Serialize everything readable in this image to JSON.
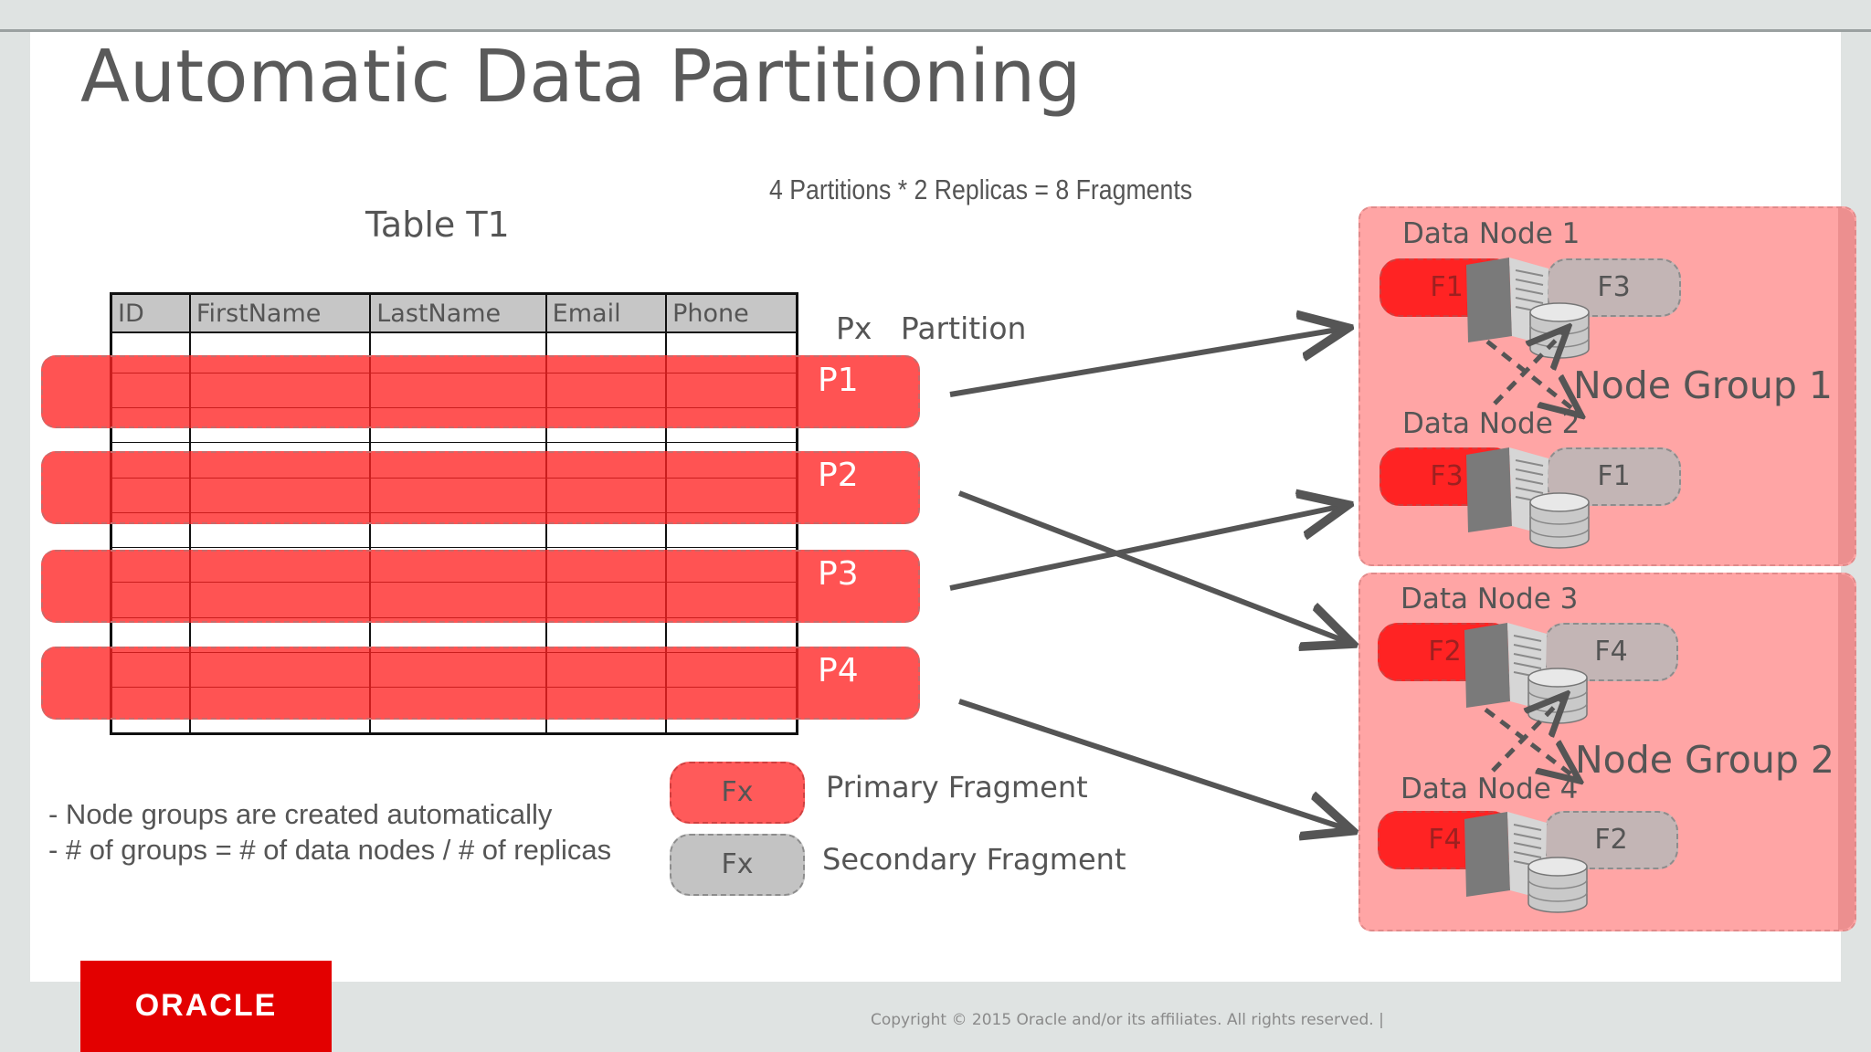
{
  "title": "Automatic Data Partitioning",
  "formula": "4 Partitions * 2 Replicas = 8 Fragments",
  "table": {
    "title": "Table T1",
    "columns": [
      "ID",
      "FirstName",
      "LastName",
      "Email",
      "Phone"
    ]
  },
  "partition_header": {
    "px": "Px",
    "label": "Partition"
  },
  "partitions": [
    "P1",
    "P2",
    "P3",
    "P4"
  ],
  "node_groups": [
    {
      "label": "Node Group 1",
      "nodes": [
        {
          "label": "Data Node 1",
          "primary": "F1",
          "secondary": "F3"
        },
        {
          "label": "Data Node 2",
          "primary": "F3",
          "secondary": "F1"
        }
      ]
    },
    {
      "label": "Node Group 2",
      "nodes": [
        {
          "label": "Data Node 3",
          "primary": "F2",
          "secondary": "F4"
        },
        {
          "label": "Data Node 4",
          "primary": "F4",
          "secondary": "F2"
        }
      ]
    }
  ],
  "legend": {
    "primary": {
      "symbol": "Fx",
      "label": "Primary Fragment"
    },
    "secondary": {
      "symbol": "Fx",
      "label": "Secondary Fragment"
    }
  },
  "notes": [
    "- Node groups are created automatically",
    "- # of groups = # of data nodes / # of replicas"
  ],
  "logo_text": "ORACLE",
  "copyright": "Copyright © 2015 Oracle and/or its affiliates. All rights reserved.  |",
  "colors": {
    "primary_fragment": "#ff2323",
    "secondary_fragment": "#c3b5b5",
    "node_group_bg": "#ffa5a5",
    "partition_band": "#ff4a4a",
    "logo": "#e30000"
  }
}
